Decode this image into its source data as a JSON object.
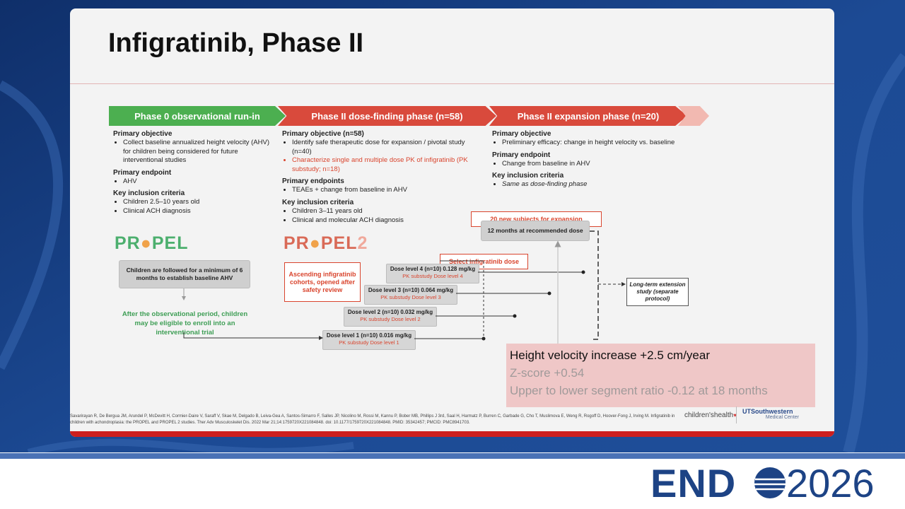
{
  "slide": {
    "title": "Infigratinib, Phase II",
    "phases": [
      {
        "label": "Phase 0 observational run-in",
        "color": "#4caf50"
      },
      {
        "label": "Phase II dose-finding phase (n=58)",
        "color": "#d94a3c"
      },
      {
        "label": "Phase II expansion phase (n=20)",
        "color": "#d94a3c"
      }
    ],
    "col0": {
      "h1": "Primary objective",
      "b1": "Collect baseline annualized height velocity (AHV) for children being considered for future interventional studies",
      "h2": "Primary endpoint",
      "b2": "AHV",
      "h3": "Key inclusion criteria",
      "b3": "Children 2.5–10 years old",
      "b4": "Clinical ACH diagnosis"
    },
    "col1": {
      "h1": "Primary objective (n=58)",
      "b1": "Identify safe therapeutic dose for expansion / pivotal study (n=40)",
      "b2": "Characterize single and multiple dose PK of infigratinib (PK substudy; n=18)",
      "h2": "Primary endpoints",
      "b3": "TEAEs + change from baseline in AHV",
      "h3": "Key inclusion criteria",
      "b4": "Children 3–11 years old",
      "b5": "Clinical and molecular ACH diagnosis"
    },
    "col2": {
      "h1": "Primary objective",
      "b1": "Preliminary efficacy: change in height velocity vs. baseline",
      "h2": "Primary endpoint",
      "b2": "Change from baseline in AHV",
      "h3": "Key inclusion criteria",
      "b3": "Same as dose-finding phase"
    },
    "logos": {
      "propel_a": "PR",
      "propel_b": "PEL",
      "propel2_a": "PR",
      "propel2_b": "PEL",
      "propel2_c": "2"
    },
    "boxes": {
      "followed": "Children are followed for a minimum of 6 months to establish baseline AHV",
      "after": "After the observational period, children may be eligible to enroll into an interventional trial",
      "ascending": "Ascending infigratinib cohorts, opened after safety review",
      "select": "Select infigratinib dose",
      "new_subjects": "20 new subjects for expansion",
      "twelve_months": "12 months at recommended dose",
      "long_term": "Long-term extension study (separate protocol)"
    },
    "dose_levels": [
      {
        "main": "Dose level 4 (n=10) 0.128 mg/kg",
        "sub": "PK substudy Dose level 4"
      },
      {
        "main": "Dose level 3 (n=10) 0.064 mg/kg",
        "sub": "PK substudy Dose level 3"
      },
      {
        "main": "Dose level 2 (n=10) 0.032 mg/kg",
        "sub": "PK substudy Dose level 2"
      },
      {
        "main": "Dose level 1 (n=10) 0.016 mg/kg",
        "sub": "PK substudy Dose level 1"
      }
    ],
    "results": {
      "line1": "Height velocity increase +2.5 cm/year",
      "line2": "Z-score +0.54",
      "line3": "Upper to lower segment ratio -0.12 at 18 months"
    },
    "citation": "Savarirayan R, De Bergua JM, Arundel P, McDevitt H, Cormier-Daire V, Saraff V, Skae M, Delgado B, Leiva-Gea A, Santos-Simarro F, Salles JP, Nicolino M, Rossi M, Kannu P, Bober MB, Phillips J 3rd, Saal H, Harmatz P, Burren C, Garbade G, Cho T, Muslimova E, Weng R, Rogoff D, Hoover-Fong J, Irving M. Infigratinib in children with achondroplasia: the PROPEL and PROPEL 2 studies. Ther Adv Musculoskelet Dis. 2022 Mar 21;14:1759720X221084848. doi: 10.1177/1759720X221084848. PMID: 35342457; PMCID: PMC8941703.",
    "childrens_health": "children'shealth",
    "utsw_name": "UTSouthwestern",
    "utsw_sub": "Medical Center"
  },
  "footer": {
    "endo_a": "END",
    "endo_year": "2026",
    "color": "#1d4385"
  }
}
